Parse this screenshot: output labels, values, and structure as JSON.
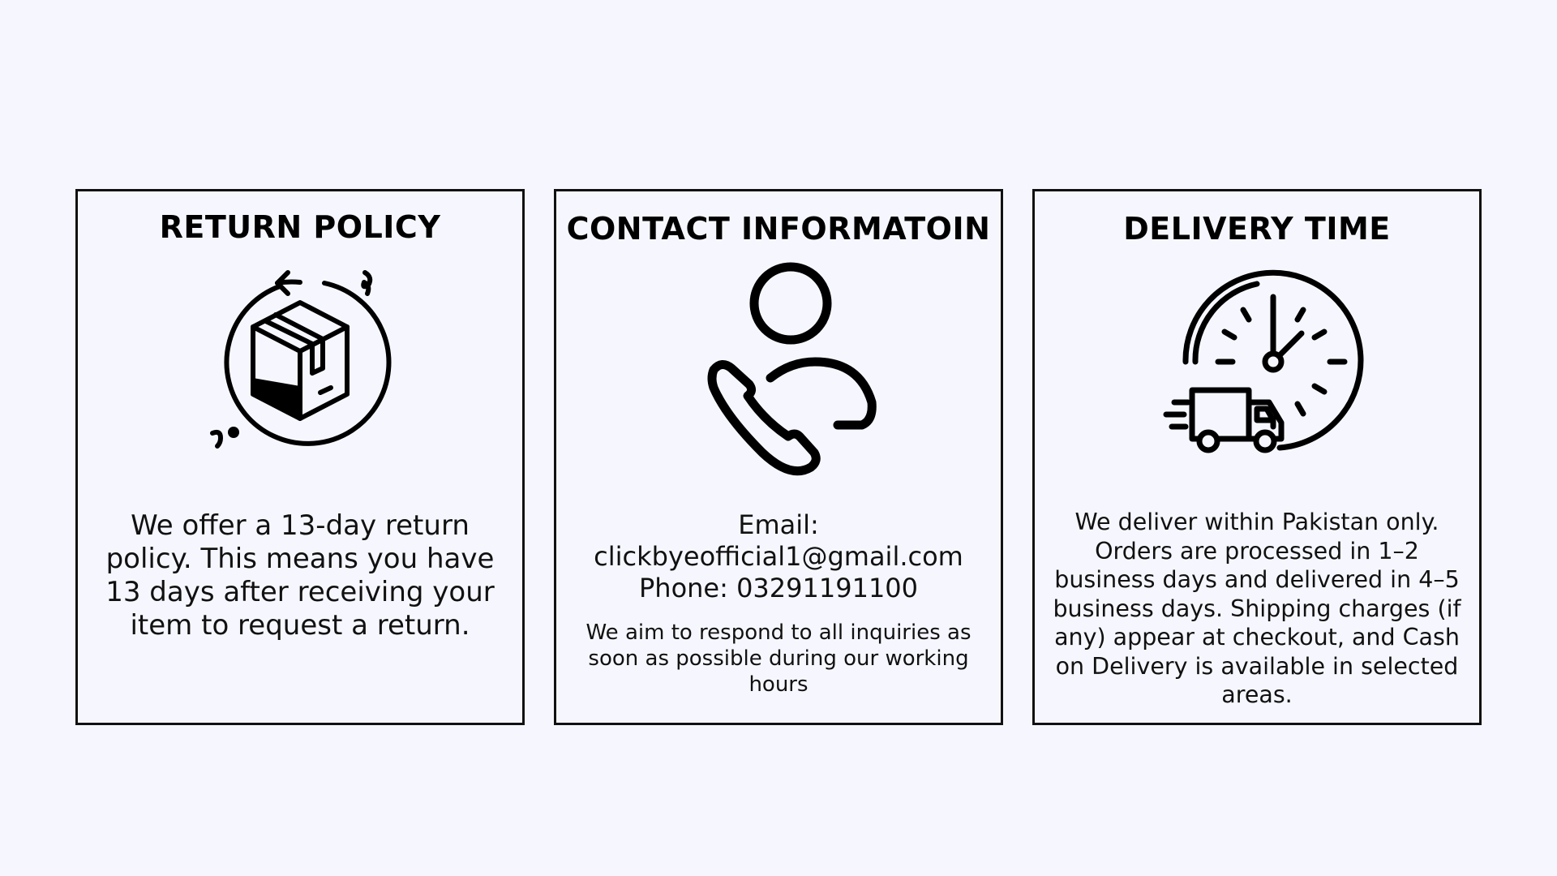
{
  "cards": [
    {
      "title": "RETURN POLICY",
      "icon": "box-return-icon",
      "text": "We offer a 13-day return policy. This means you have 13 days after receiving your item to request a return."
    },
    {
      "title": "CONTACT INFORMATOIN",
      "icon": "person-phone-icon",
      "email_label": "Email:",
      "email": "clickbyeofficial1@gmail.com",
      "phone": "Phone: 03291191100",
      "note": "We aim to respond to all inquiries as soon as possible during our working hours"
    },
    {
      "title": "DELIVERY TIME",
      "icon": "clock-truck-icon",
      "text": "We deliver within Pakistan only. Orders are processed in 1–2 business days and delivered in 4–5 business days. Shipping charges (if any) appear at checkout, and Cash on Delivery is available in selected areas."
    }
  ],
  "colors": {
    "background": "#f6f7fe",
    "ink": "#111111"
  }
}
